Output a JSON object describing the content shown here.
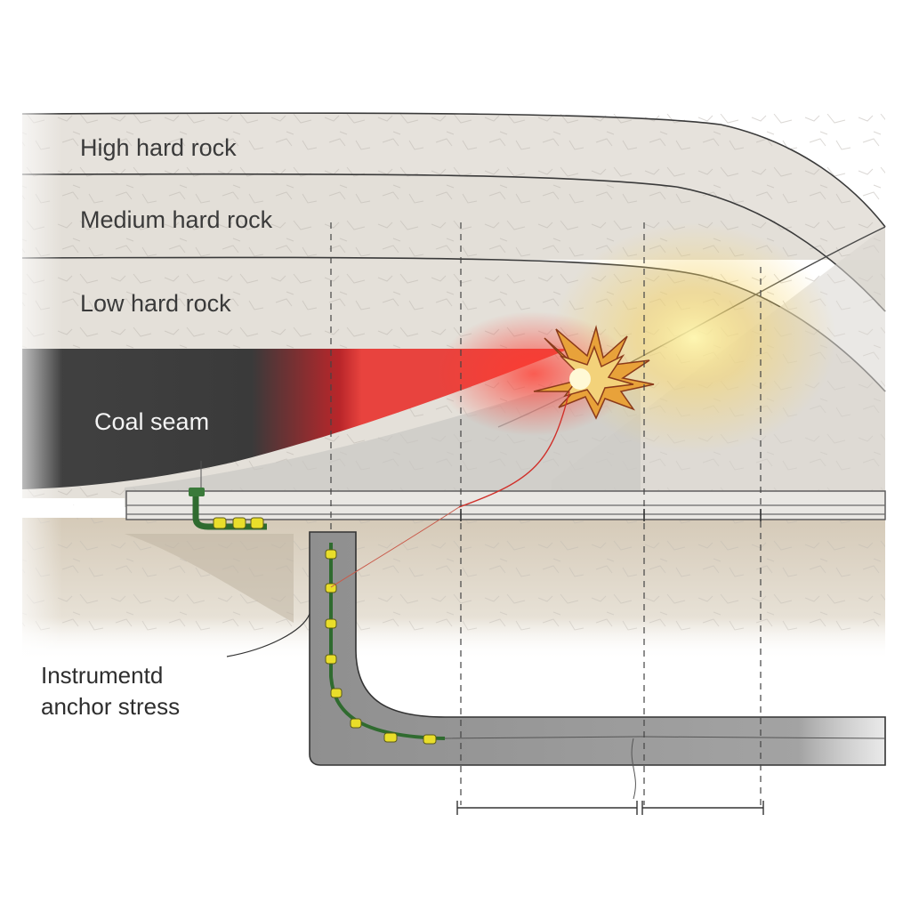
{
  "layers": {
    "high": "High hard rock",
    "medium": "Medium hard rock",
    "low": "Low hard rock",
    "coal": "Coal seam"
  },
  "instrument": {
    "line1": "Instrumentd",
    "line2": "anchor stress"
  },
  "colors": {
    "rock": "#e6e2dc",
    "coal": "#3e3e3e",
    "floor": "#ddd4c6",
    "tunnel": "#a6a6a6",
    "burst": "#e0432c",
    "cable": "#2f6b2f",
    "sensor": "#e9de2a"
  }
}
